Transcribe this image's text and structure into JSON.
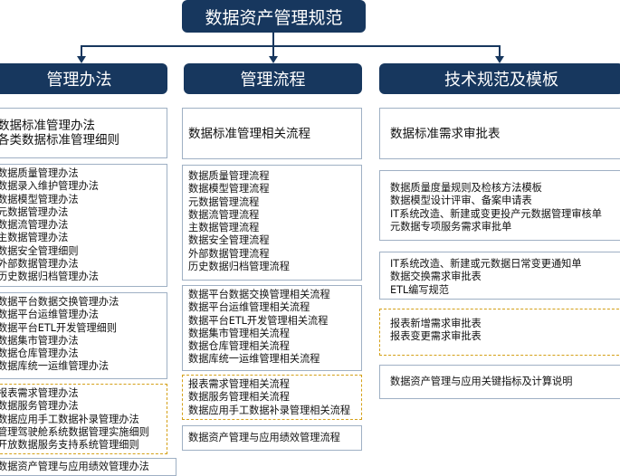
{
  "top_title": "数据资产管理规范",
  "columns": [
    {
      "title": "管理办法",
      "groups": [
        {
          "items": [
            "数据标准管理办法",
            "各类数据标准管理细则"
          ]
        },
        {
          "items": [
            "数据质量管理办法",
            "数据录入维护管理办法",
            "数据模型管理办法",
            "元数据管理办法",
            "数据流管理办法",
            "主数据管理办法",
            "数据安全管理细则",
            "外部数据管理办法",
            "历史数据归档管理办法"
          ]
        },
        {
          "items": [
            "数据平台数据交换管理办法",
            "数据平台运维管理办法",
            "数据平台ETL开发管理细则",
            "数据集市管理办法",
            "数据仓库管理办法",
            "数据库统一运维管理办法"
          ]
        },
        {
          "items": [
            "报表需求管理办法",
            "数据服务管理办法",
            "数据应用手工数据补录管理办法",
            "管理驾驶舱系统数据管理实施细则",
            "开放数据服务支持系统管理细则"
          ]
        },
        {
          "items": [
            "数据资产管理与应用绩效管理办法"
          ]
        }
      ]
    },
    {
      "title": "管理流程",
      "groups": [
        {
          "items": [
            "数据标准管理相关流程"
          ]
        },
        {
          "items": [
            "数据质量管理流程",
            "数据模型管理流程",
            "元数据管理流程",
            "数据流管理流程",
            "主数据管理流程",
            "数据安全管理流程",
            "外部数据管理流程",
            "历史数据归档管理流程"
          ]
        },
        {
          "items": [
            "数据平台数据交换管理相关流程",
            "数据平台运维管理相关流程",
            "数据平台ETL开发管理相关流程",
            "数据集市管理相关流程",
            "数据仓库管理相关流程",
            "数据库统一运维管理相关流程"
          ]
        },
        {
          "items": [
            "报表需求管理相关流程",
            "数据服务管理相关流程",
            "数据应用手工数据补录管理相关流程"
          ]
        },
        {
          "items": [
            "数据资产管理与应用绩效管理流程"
          ]
        }
      ]
    },
    {
      "title": "技术规范及模板",
      "groups": [
        {
          "items": [
            "数据标准需求审批表"
          ]
        },
        {
          "items": [
            "数据质量度量规则及检核方法模板",
            "数据模型设计评审、备案申请表",
            "IT系统改造、新建或变更投产元数据管理审核单",
            "元数据专项服务需求审批单"
          ]
        },
        {
          "items": [
            "IT系统改造、新建或元数据日常变更通知单",
            "数据交换需求审批表",
            "ETL编写规范"
          ]
        },
        {
          "items": [
            "报表新增需求审批表",
            "报表变更需求审批表"
          ]
        },
        {
          "items": [
            "数据资产管理与应用关键指标及计算说明"
          ]
        }
      ]
    }
  ]
}
